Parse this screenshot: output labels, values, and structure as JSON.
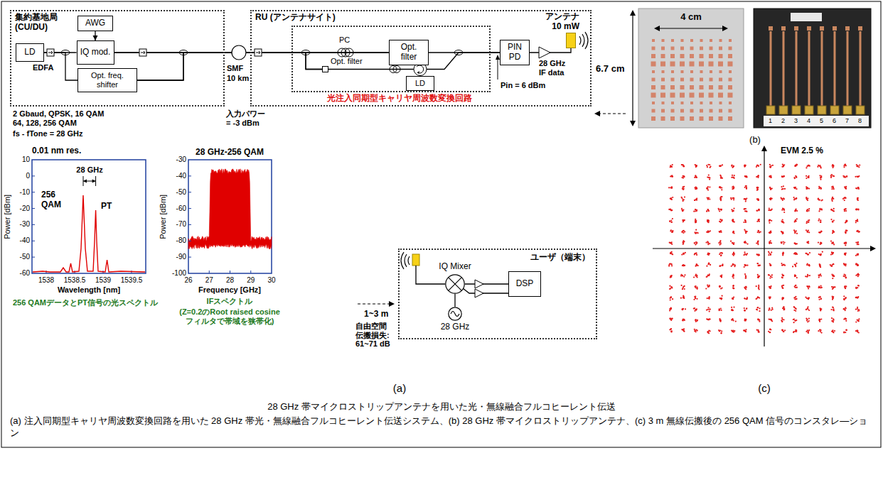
{
  "diagram": {
    "title": "28 GHz 帯マイクロストリップアンテナを用いた光・無線融合フルコヒーレント伝送",
    "caption": "(a) 注入同期型キャリヤ周波数変換回路を用いた 28 GHz 帯光・無線融合フルコヒーレント伝送システム、(b) 28 GHz 帯マイクロストリップアンテナ、(c) 3 m 無線伝搬後の 256 QAM 信号のコンスタレ―ション",
    "nodes": [
      {
        "text": [
          "集約基地局 (CU/DU)"
        ]
      },
      {
        "text": [
          "LD"
        ],
        "in": 0
      },
      {
        "text": [
          "AWG"
        ],
        "in": 0
      },
      {
        "text": [
          "IQ mod."
        ],
        "in": 0
      },
      {
        "text": [
          "Opt. freq. shifter"
        ],
        "in": 0
      },
      {
        "text": [
          "RU (アンテナサイト)"
        ]
      },
      {
        "text": [
          "光注入同期型キャリヤ周波数変換回路"
        ],
        "in": 5
      },
      {
        "text": [
          "Opt. filter"
        ],
        "in": 6
      },
      {
        "text": [
          "Opt. filter"
        ],
        "in": 6
      },
      {
        "text": [
          "LD"
        ],
        "in": 6
      },
      {
        "text": [
          "PIN PD"
        ],
        "in": 5
      },
      {
        "text": [
          "アンテナ",
          "10 mW"
        ],
        "in": 5
      },
      {
        "text": [
          "ユーザ（端末）"
        ]
      },
      {
        "text": [
          "IQ Mixer"
        ],
        "in": 12
      },
      {
        "text": [
          "DSP"
        ],
        "in": 12
      },
      {
        "text": [
          "28 GHz"
        ],
        "in": 12
      }
    ],
    "edges": [
      {
        "from": 1,
        "to": 3,
        "arrow": "none"
      },
      {
        "from": 1,
        "to": 4,
        "arrow": "none"
      },
      {
        "from": 2,
        "to": 3,
        "arrow": "to"
      },
      {
        "from": 3,
        "to": 7,
        "arrow": "none"
      },
      {
        "from": 3,
        "to": 8,
        "arrow": "none"
      },
      {
        "from": 4,
        "to": 7,
        "arrow": "none"
      },
      {
        "from": 4,
        "to": 8,
        "arrow": "none"
      },
      {
        "from": 7,
        "to": 10,
        "arrow": "none"
      },
      {
        "from": 8,
        "to": 9,
        "arrow": "none"
      },
      {
        "from": 9,
        "to": 10,
        "arrow": "none"
      },
      {
        "from": 10,
        "to": 11,
        "arrow": "none"
      },
      {
        "from": 15,
        "to": 13,
        "arrow": "none"
      },
      {
        "from": 13,
        "to": 14,
        "arrow": "none"
      }
    ],
    "labels": [
      "EDFA",
      "2 Gbaud, QPSK, 16 QAM 64, 128, 256 QAM",
      "fs - fTone = 28 GHz",
      "SMF",
      "10 km",
      "入力パワー = -3 dBm",
      "PC",
      "Pin = 6 dBm",
      "28 GHz IF data",
      "4 cm",
      "6.7 cm",
      "1 2 3 4 5 6 7 8",
      "(b)",
      "0.01 nm res.",
      "28 GHz",
      "256 QAM",
      "PT",
      "10",
      "0",
      "-10",
      "-20",
      "-30",
      "-40",
      "-50",
      "-60",
      "1538",
      "1538.5",
      "1539",
      "1539.5",
      "Power [dBm]",
      "Wavelength [nm]",
      "256 QAMデータとPT信号の光スペクトル",
      "28 GHz-256 QAM",
      "-30",
      "-40",
      "-50",
      "-60",
      "-70",
      "-80",
      "-90",
      "-100",
      "26",
      "27",
      "28",
      "29",
      "30",
      "Frequency [GHz]",
      "Power [dBm]",
      "IFスペクトル",
      "(Z=0.2のRoot raised cosine フィルタで帯域を狭帯化)",
      "1~3 m",
      "自由空間 伝搬損失: 61~71 dB",
      "(a)",
      "EVM 2.5 %",
      "(c)"
    ]
  }
}
